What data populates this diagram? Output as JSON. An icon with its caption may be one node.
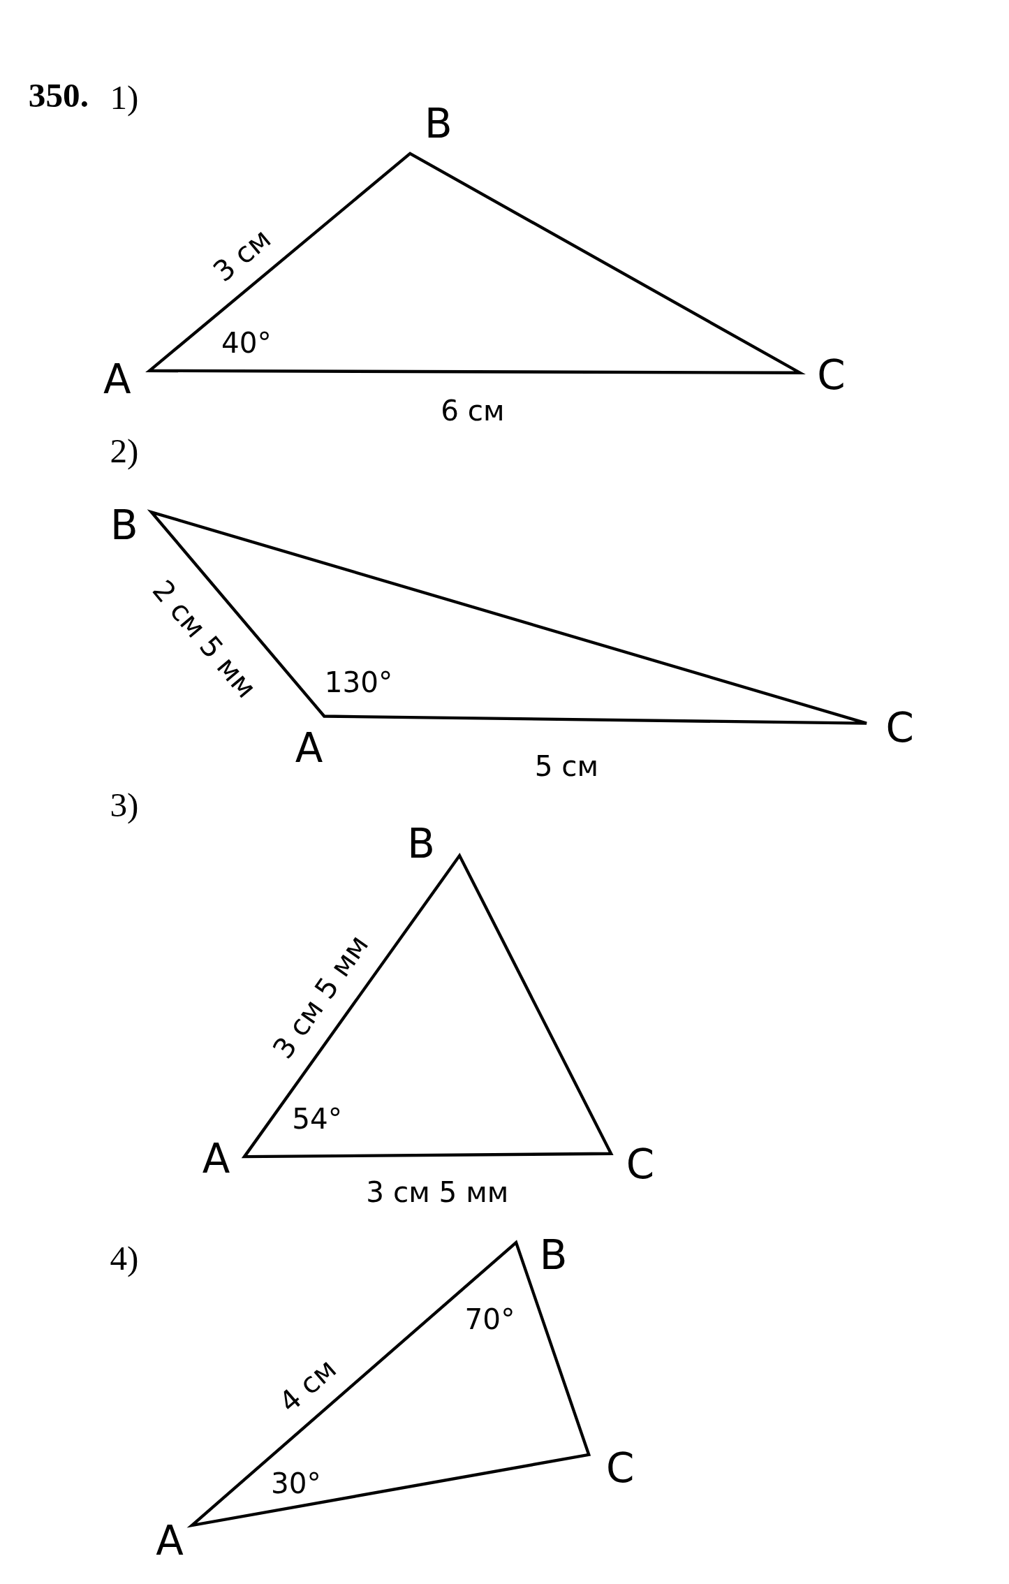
{
  "diagram": {
    "labels": [
      "350.",
      "1)",
      "B",
      "3 см",
      "40°",
      "A",
      "C",
      "6 см",
      "2)",
      "B",
      "2 см 5 мм",
      "130°",
      "A",
      "C",
      "5 см",
      "3)",
      "B",
      "3 см 5 мм",
      "54°",
      "A",
      "C",
      "3 см 5 мм",
      "4)",
      "B",
      "70°",
      "4 см",
      "30°",
      "A",
      "C"
    ]
  }
}
